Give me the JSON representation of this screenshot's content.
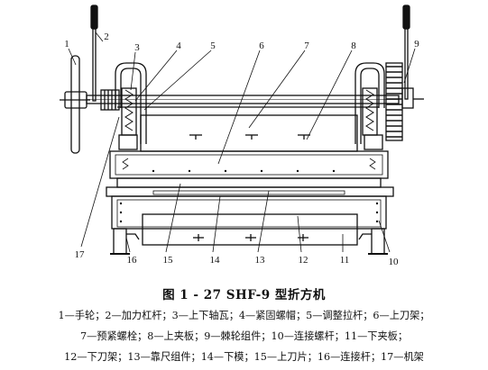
{
  "figure": {
    "caption": "图 1 - 27   SHF-9 型折方机",
    "part_numbers": [
      "1",
      "2",
      "3",
      "4",
      "5",
      "6",
      "7",
      "8",
      "9",
      "10",
      "11",
      "12",
      "13",
      "14",
      "15",
      "16",
      "17"
    ],
    "legend_lines": [
      "1—手轮；2—加力杠杆；3—上下轴瓦；4—紧固螺帽；5—调整拉杆；6—上刀架；",
      "7—预紧螺栓；8—上夹板；9—棘轮组件；10—连接螺杆；11—下夹板；",
      "12—下刀架；13—靠尺组件；14—下模；15—上刀片；16—连接杆；17—机架"
    ]
  }
}
